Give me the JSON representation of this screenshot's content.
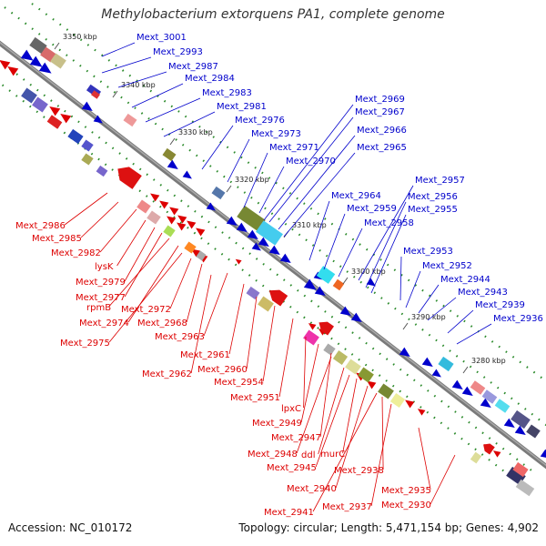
{
  "title": "Methylobacterium extorquens PA1, complete genome",
  "footer": {
    "accession": "Accession: NC_010172",
    "summary": "Topology: circular; Length: 5,471,154 bp; Genes: 4,902"
  },
  "colors": {
    "forward": "#0000cc",
    "reverse": "#dd0000",
    "backbone": "#888888",
    "ticks": "#2a8a2a"
  },
  "scale_labels": [
    "3350 kbp",
    "3340 kbp",
    "3330 kbp",
    "3320 kbp",
    "3310 kbp",
    "3300 kbp",
    "3290 kbp",
    "3280 kbp"
  ],
  "forward_genes": [
    "Mext_3001",
    "Mext_2993",
    "Mext_2987",
    "Mext_2984",
    "Mext_2983",
    "Mext_2981",
    "Mext_2976",
    "Mext_2973",
    "Mext_2971",
    "Mext_2970",
    "Mext_2969",
    "Mext_2967",
    "Mext_2966",
    "Mext_2965",
    "Mext_2964",
    "Mext_2959",
    "Mext_2958",
    "Mext_2957",
    "Mext_2956",
    "Mext_2955",
    "Mext_2953",
    "Mext_2952",
    "Mext_2944",
    "Mext_2943",
    "Mext_2939",
    "Mext_2936"
  ],
  "reverse_genes": [
    "Mext_2986",
    "Mext_2985",
    "Mext_2982",
    "lysK",
    "Mext_2979",
    "Mext_2977",
    "rpmB",
    "Mext_2974",
    "Mext_2975",
    "Mext_2972",
    "Mext_2968",
    "Mext_2963",
    "Mext_2961",
    "Mext_2962",
    "Mext_2960",
    "Mext_2954",
    "Mext_2951",
    "lpxC",
    "Mext_2949",
    "Mext_2947",
    "Mext_2948",
    "ddl",
    "murC",
    "Mext_2945",
    "Mext_2940",
    "Mext_2938",
    "Mext_2941",
    "Mext_2937",
    "Mext_2935",
    "Mext_2930"
  ]
}
